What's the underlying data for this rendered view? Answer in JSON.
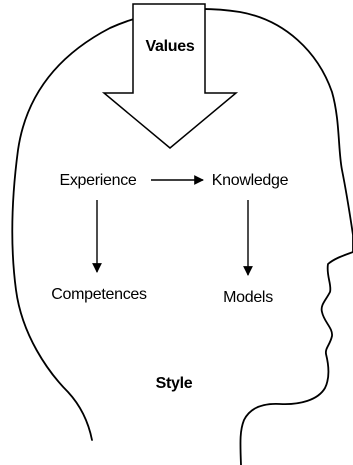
{
  "diagram": {
    "nodes": {
      "values": "Values",
      "experience": "Experience",
      "knowledge": "Knowledge",
      "competences": "Competences",
      "models": "Models",
      "style": "Style"
    },
    "edges": [
      {
        "from": "values",
        "to": "experience_knowledge",
        "style": "large-hollow-arrow"
      },
      {
        "from": "experience",
        "to": "knowledge",
        "style": "arrow"
      },
      {
        "from": "experience",
        "to": "competences",
        "style": "arrow"
      },
      {
        "from": "knowledge",
        "to": "models",
        "style": "arrow"
      }
    ],
    "colors": {
      "stroke": "#000000",
      "background": "#ffffff"
    }
  }
}
